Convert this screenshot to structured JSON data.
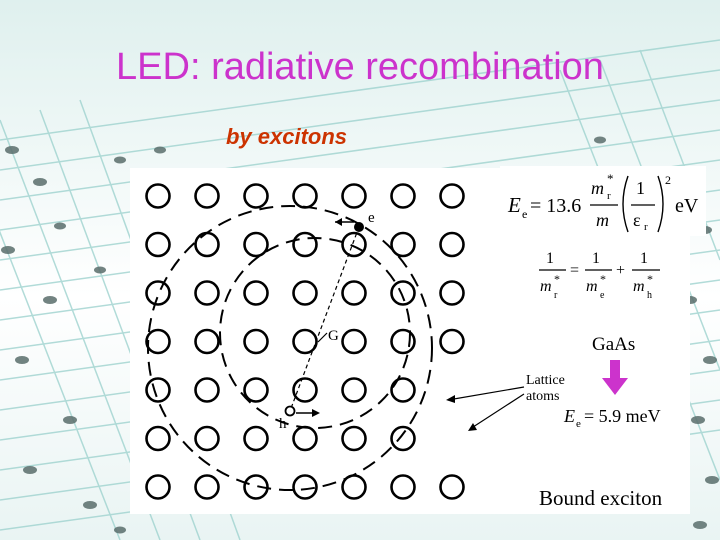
{
  "slide": {
    "title": "LED: radiative recombination",
    "subtitle": "by excitons"
  },
  "diagram": {
    "labels": {
      "electron": "e",
      "hole": "h",
      "center": "G",
      "lattice_atoms_line1": "Lattice",
      "lattice_atoms_line2": "atoms"
    }
  },
  "equations": {
    "binding_energy": {
      "lhs": "E",
      "lhs_sub": "e",
      "equals": "= 13.6",
      "frac_num": "m",
      "frac_num_sup": "*",
      "frac_num_sub": "r",
      "frac_den": "m",
      "paren_num": "1",
      "paren_den": "ε",
      "paren_den_sub": "r",
      "power": "2",
      "unit": "eV"
    },
    "reduced_mass": {
      "left_num": "1",
      "left_den": "m",
      "left_den_sup": "*",
      "left_den_sub": "r",
      "eq": "=",
      "mid_num": "1",
      "mid_den": "m",
      "mid_den_sup": "*",
      "mid_den_sub": "e",
      "plus": "+",
      "right_num": "1",
      "right_den": "m",
      "right_den_sup": "*",
      "right_den_sub": "h"
    },
    "material": "GaAs",
    "gaas_value": {
      "lhs": "E",
      "lhs_sub": "e",
      "rhs": "= 5.9 meV"
    }
  },
  "caption": "Bound exciton",
  "colors": {
    "title": "#cc33cc",
    "subtitle": "#cc3300",
    "arrow": "#cc33cc"
  }
}
